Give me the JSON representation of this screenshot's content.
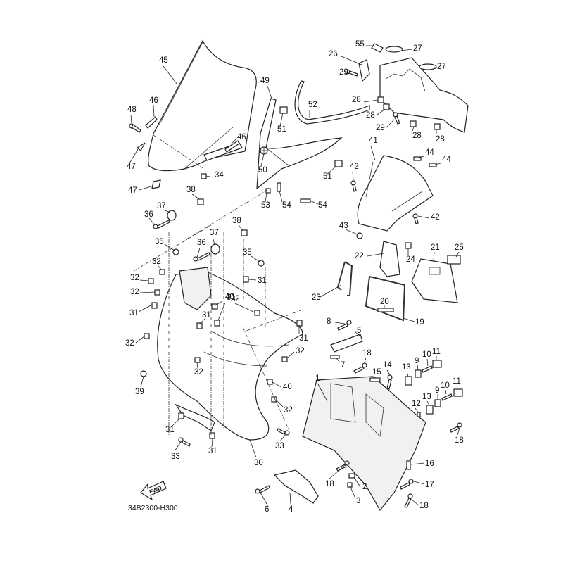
{
  "diagram": {
    "title": "Exploded parts diagram — front cowling / windshield assembly",
    "drawing_code": "34B2300-H300",
    "direction_indicator": "FWD",
    "callouts": [
      {
        "id": "c1",
        "label": "1",
        "part": "inner-panel"
      },
      {
        "id": "c2",
        "label": "2",
        "part": "grommet"
      },
      {
        "id": "c3",
        "label": "3",
        "part": "collar"
      },
      {
        "id": "c4",
        "label": "4",
        "part": "lower-cover"
      },
      {
        "id": "c5",
        "label": "5",
        "part": "bracket"
      },
      {
        "id": "c6",
        "label": "6",
        "part": "screw"
      },
      {
        "id": "c7",
        "label": "7",
        "part": "damper"
      },
      {
        "id": "c8",
        "label": "8",
        "part": "screw"
      },
      {
        "id": "c9a",
        "label": "9",
        "part": "clip"
      },
      {
        "id": "c9b",
        "label": "9",
        "part": "clip"
      },
      {
        "id": "c10a",
        "label": "10",
        "part": "screw"
      },
      {
        "id": "c10b",
        "label": "10",
        "part": "screw"
      },
      {
        "id": "c11a",
        "label": "11",
        "part": "damper"
      },
      {
        "id": "c11b",
        "label": "11",
        "part": "damper"
      },
      {
        "id": "c12",
        "label": "12",
        "part": "pin"
      },
      {
        "id": "c13a",
        "label": "13",
        "part": "nut"
      },
      {
        "id": "c13b",
        "label": "13",
        "part": "nut"
      },
      {
        "id": "c14",
        "label": "14",
        "part": "screw"
      },
      {
        "id": "c15",
        "label": "15",
        "part": "bolt"
      },
      {
        "id": "c16",
        "label": "16",
        "part": "bolt"
      },
      {
        "id": "c17",
        "label": "17",
        "part": "screw"
      },
      {
        "id": "c18a",
        "label": "18",
        "part": "screw"
      },
      {
        "id": "c18b",
        "label": "18",
        "part": "screw"
      },
      {
        "id": "c18c",
        "label": "18",
        "part": "screw"
      },
      {
        "id": "c18d",
        "label": "18",
        "part": "screw"
      },
      {
        "id": "c19",
        "label": "19",
        "part": "seal"
      },
      {
        "id": "c20",
        "label": "20",
        "part": "damper"
      },
      {
        "id": "c21",
        "label": "21",
        "part": "lid"
      },
      {
        "id": "c22",
        "label": "22",
        "part": "hinge"
      },
      {
        "id": "c23",
        "label": "23",
        "part": "seal"
      },
      {
        "id": "c24",
        "label": "24",
        "part": "clip"
      },
      {
        "id": "c25",
        "label": "25",
        "part": "lock"
      },
      {
        "id": "c26",
        "label": "26",
        "part": "cover"
      },
      {
        "id": "c27a",
        "label": "27",
        "part": "ring"
      },
      {
        "id": "c27b",
        "label": "27",
        "part": "ring"
      },
      {
        "id": "c28a",
        "label": "28",
        "part": "nut"
      },
      {
        "id": "c28b",
        "label": "28",
        "part": "nut"
      },
      {
        "id": "c28c",
        "label": "28",
        "part": "nut"
      },
      {
        "id": "c28d",
        "label": "28",
        "part": "nut"
      },
      {
        "id": "c29a",
        "label": "29",
        "part": "screw"
      },
      {
        "id": "c29b",
        "label": "29",
        "part": "screw"
      },
      {
        "id": "c30",
        "label": "30",
        "part": "side-cover"
      },
      {
        "id": "c31a",
        "label": "31",
        "part": "nut"
      },
      {
        "id": "c31b",
        "label": "31",
        "part": "nut"
      },
      {
        "id": "c31c",
        "label": "31",
        "part": "nut"
      },
      {
        "id": "c31d",
        "label": "31",
        "part": "nut"
      },
      {
        "id": "c31e",
        "label": "31",
        "part": "nut"
      },
      {
        "id": "c31f",
        "label": "31",
        "part": "nut"
      },
      {
        "id": "c31g",
        "label": "31",
        "part": "nut"
      },
      {
        "id": "c32a",
        "label": "32",
        "part": "nut"
      },
      {
        "id": "c32b",
        "label": "32",
        "part": "nut"
      },
      {
        "id": "c32c",
        "label": "32",
        "part": "nut"
      },
      {
        "id": "c32d",
        "label": "32",
        "part": "nut"
      },
      {
        "id": "c32e",
        "label": "32",
        "part": "nut"
      },
      {
        "id": "c32f",
        "label": "32",
        "part": "nut"
      },
      {
        "id": "c32g",
        "label": "32",
        "part": "nut"
      },
      {
        "id": "c32h",
        "label": "32",
        "part": "nut"
      },
      {
        "id": "c32i",
        "label": "32",
        "part": "nut"
      },
      {
        "id": "c33a",
        "label": "33",
        "part": "screw"
      },
      {
        "id": "c33b",
        "label": "33",
        "part": "screw"
      },
      {
        "id": "c34",
        "label": "34",
        "part": "clip"
      },
      {
        "id": "c35a",
        "label": "35",
        "part": "nut"
      },
      {
        "id": "c35b",
        "label": "35",
        "part": "nut"
      },
      {
        "id": "c36a",
        "label": "36",
        "part": "bolt"
      },
      {
        "id": "c36b",
        "label": "36",
        "part": "bolt"
      },
      {
        "id": "c37a",
        "label": "37",
        "part": "grommet"
      },
      {
        "id": "c37b",
        "label": "37",
        "part": "grommet"
      },
      {
        "id": "c38a",
        "label": "38",
        "part": "collar"
      },
      {
        "id": "c38b",
        "label": "38",
        "part": "collar"
      },
      {
        "id": "c39",
        "label": "39",
        "part": "nut"
      },
      {
        "id": "c40a",
        "label": "40",
        "part": "clip"
      },
      {
        "id": "c40b",
        "label": "40",
        "part": "clip"
      },
      {
        "id": "c41",
        "label": "41",
        "part": "panel"
      },
      {
        "id": "c42a",
        "label": "42",
        "part": "screw"
      },
      {
        "id": "c42b",
        "label": "42",
        "part": "screw"
      },
      {
        "id": "c43",
        "label": "43",
        "part": "nut"
      },
      {
        "id": "c44a",
        "label": "44",
        "part": "damper"
      },
      {
        "id": "c44b",
        "label": "44",
        "part": "damper"
      },
      {
        "id": "c45",
        "label": "45",
        "part": "windshield"
      },
      {
        "id": "c46a",
        "label": "46",
        "part": "bracket"
      },
      {
        "id": "c46b",
        "label": "46",
        "part": "bracket"
      },
      {
        "id": "c47a",
        "label": "47",
        "part": "damper"
      },
      {
        "id": "c47b",
        "label": "47",
        "part": "damper"
      },
      {
        "id": "c48",
        "label": "48",
        "part": "bolt"
      },
      {
        "id": "c49",
        "label": "49",
        "part": "garnish"
      },
      {
        "id": "c50",
        "label": "50",
        "part": "nut"
      },
      {
        "id": "c51a",
        "label": "51",
        "part": "clip"
      },
      {
        "id": "c51b",
        "label": "51",
        "part": "clip"
      },
      {
        "id": "c52",
        "label": "52",
        "part": "molding"
      },
      {
        "id": "c53",
        "label": "53",
        "part": "damper"
      },
      {
        "id": "c54a",
        "label": "54",
        "part": "damper"
      },
      {
        "id": "c54b",
        "label": "54",
        "part": "damper"
      },
      {
        "id": "c55",
        "label": "55",
        "part": "label"
      }
    ]
  }
}
